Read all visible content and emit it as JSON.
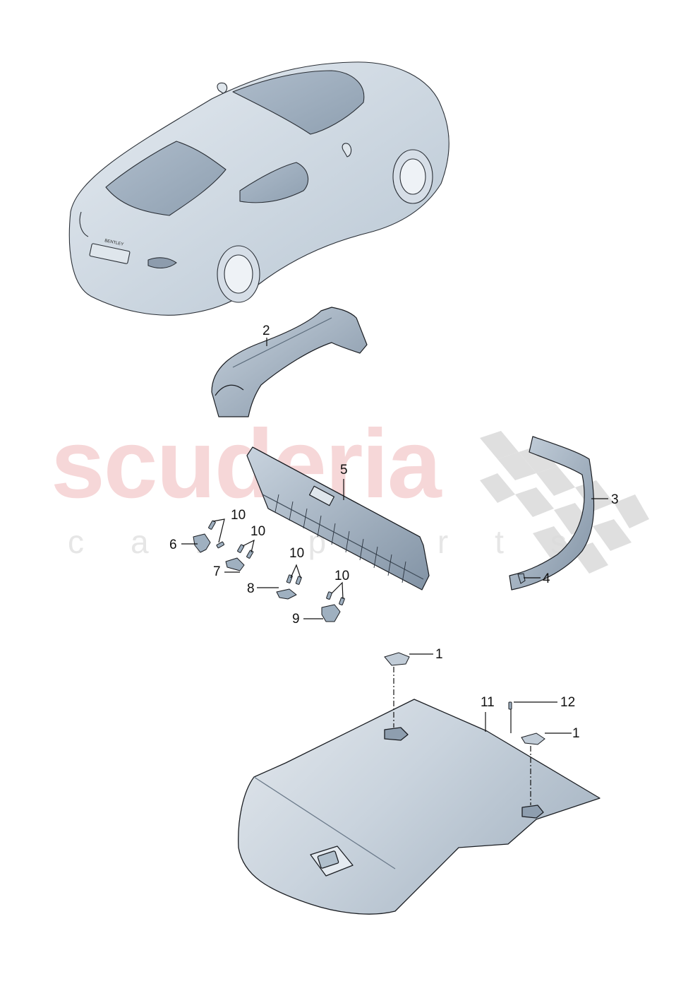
{
  "diagram": {
    "type": "exploded-parts-diagram",
    "subject": "Bentley coupe — luggage compartment trim",
    "overview_badge_text": "BENTLEY",
    "colors": {
      "part_fill": "#b9c6d3",
      "part_shade": "#8b9bab",
      "outline": "#1a1d22",
      "watermark_red": "#f6d7d8",
      "watermark_grey": "#e6e6e6",
      "checker_grey": "#d9d9d9"
    }
  },
  "watermark": {
    "brand": "scuderia",
    "sub": "car parts"
  },
  "callouts": [
    {
      "id": "c1a",
      "label": "1",
      "part": "cover cap (upper)"
    },
    {
      "id": "c1b",
      "label": "1",
      "part": "cover cap (right)"
    },
    {
      "id": "c2",
      "label": "2",
      "part": "wheel arch trim left"
    },
    {
      "id": "c3",
      "label": "3",
      "part": "wheel arch trim right"
    },
    {
      "id": "c4",
      "label": "4",
      "part": "clip"
    },
    {
      "id": "c5",
      "label": "5",
      "part": "loading sill trim"
    },
    {
      "id": "c6",
      "label": "6",
      "part": "bracket"
    },
    {
      "id": "c7",
      "label": "7",
      "part": "bracket"
    },
    {
      "id": "c8",
      "label": "8",
      "part": "bracket"
    },
    {
      "id": "c9",
      "label": "9",
      "part": "bracket"
    },
    {
      "id": "c10a",
      "label": "10",
      "part": "screw"
    },
    {
      "id": "c10b",
      "label": "10",
      "part": "screw"
    },
    {
      "id": "c10c",
      "label": "10",
      "part": "screw"
    },
    {
      "id": "c10d",
      "label": "10",
      "part": "screw"
    },
    {
      "id": "c11",
      "label": "11",
      "part": "luggage compartment floor cover"
    },
    {
      "id": "c12",
      "label": "12",
      "part": "screw"
    }
  ]
}
